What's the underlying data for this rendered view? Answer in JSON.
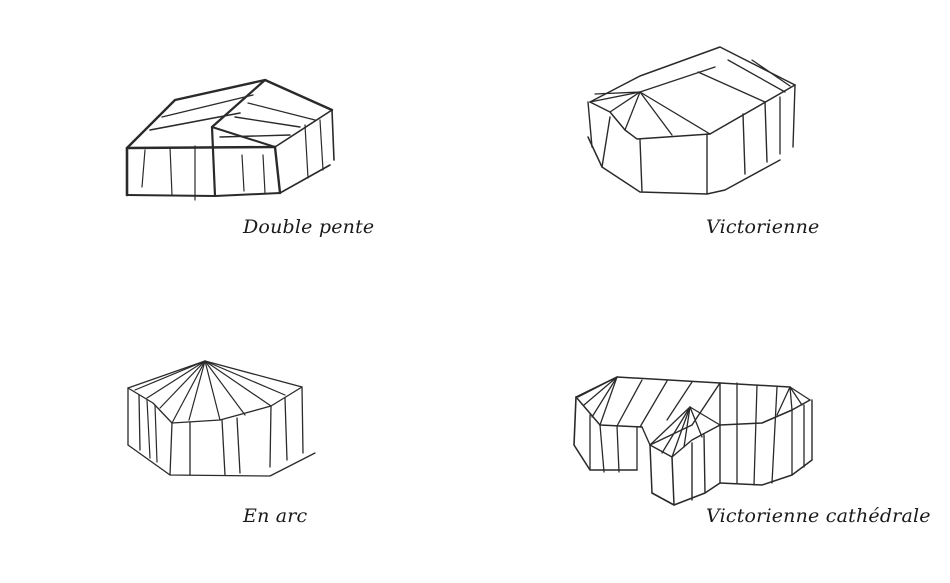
{
  "figures": [
    {
      "id": "double-pente",
      "caption": "Double pente"
    },
    {
      "id": "victorienne",
      "caption": "Victorienne"
    },
    {
      "id": "en-arc",
      "caption": "En arc"
    },
    {
      "id": "victorienne-cathedrale",
      "caption": "Victorienne cathédrale"
    }
  ],
  "colors": {
    "ink": "#2a2a2a",
    "background": "#ffffff"
  }
}
